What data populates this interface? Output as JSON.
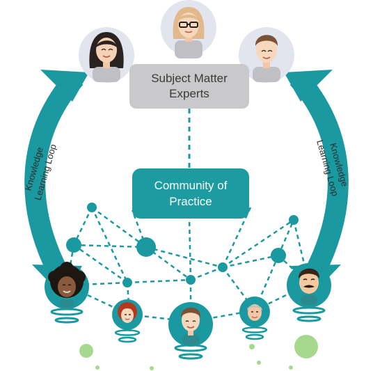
{
  "experts_box": {
    "line1": "Subject Matter",
    "line2": "Experts"
  },
  "community_box": {
    "line1": "Community of",
    "line2": "Practice"
  },
  "left_loop": {
    "line1": "Knowledge",
    "line2": "Learning Loop"
  },
  "right_loop": {
    "line1": "Knowledge",
    "line2": "Learning Loop"
  },
  "colors": {
    "teal": "#1a9aa0",
    "dark_teal": "#137f84",
    "gray_box": "#c9c9cb",
    "light_green": "#a6d98e",
    "person_circle": "#e2e4ee"
  },
  "icons": [
    "expert-woman-icon",
    "expert-woman-glasses-icon",
    "expert-man-icon",
    "member-woman-curly-icon",
    "member-redhead-icon",
    "member-man-icon",
    "member-older-man-icon",
    "member-man-mustache-icon"
  ]
}
